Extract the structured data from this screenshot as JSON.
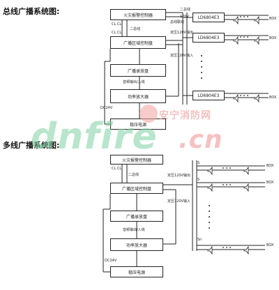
{
  "diagram1": {
    "title": "总线广播系统图:",
    "boxes": {
      "fire_ctrl": "火灾报警控制器",
      "broadcast_ctrl": "广播区域控制盘",
      "player": "广播录放盘",
      "amplifier": "功率放大器",
      "power": "稳压电源"
    },
    "labels": {
      "cl1": "CL CL",
      "bus1": "二总线",
      "cl2": "CL CL",
      "linkage": "总线联动",
      "output_120v": "定压120V输出",
      "input_120v": "定压120V输入",
      "audio": "音频输出/入线",
      "dc24v": "DC24V",
      "dc24v_in": "DC24V",
      "bus_right": "二总线",
      "s_right": "120V"
    },
    "modules": [
      "LD6804E3",
      "LD6804E3",
      "LD6804E3"
    ],
    "speaker_tag": "BOX"
  },
  "diagram2": {
    "title": "多线广播系统图:",
    "boxes": {
      "fire_ctrl": "火灾报警控制器",
      "broadcast_ctrl": "广播区域控制盘",
      "player": "广播录放盘",
      "amplifier": "功率放大器",
      "power": "稳压电源"
    },
    "labels": {
      "cl1": "CL CL",
      "bus1": "二总线",
      "output_120v": "定压120V输出",
      "input_120v": "定压120V输入",
      "audio": "音频输出/入线",
      "dc24v": "DC24V",
      "s1": "S",
      "s2": "S",
      "sn": "Sn"
    },
    "speaker_tag": "BOX"
  },
  "watermark": {
    "main": "dnfire",
    "suffix": ".cn",
    "sub": "安宁消防网"
  }
}
